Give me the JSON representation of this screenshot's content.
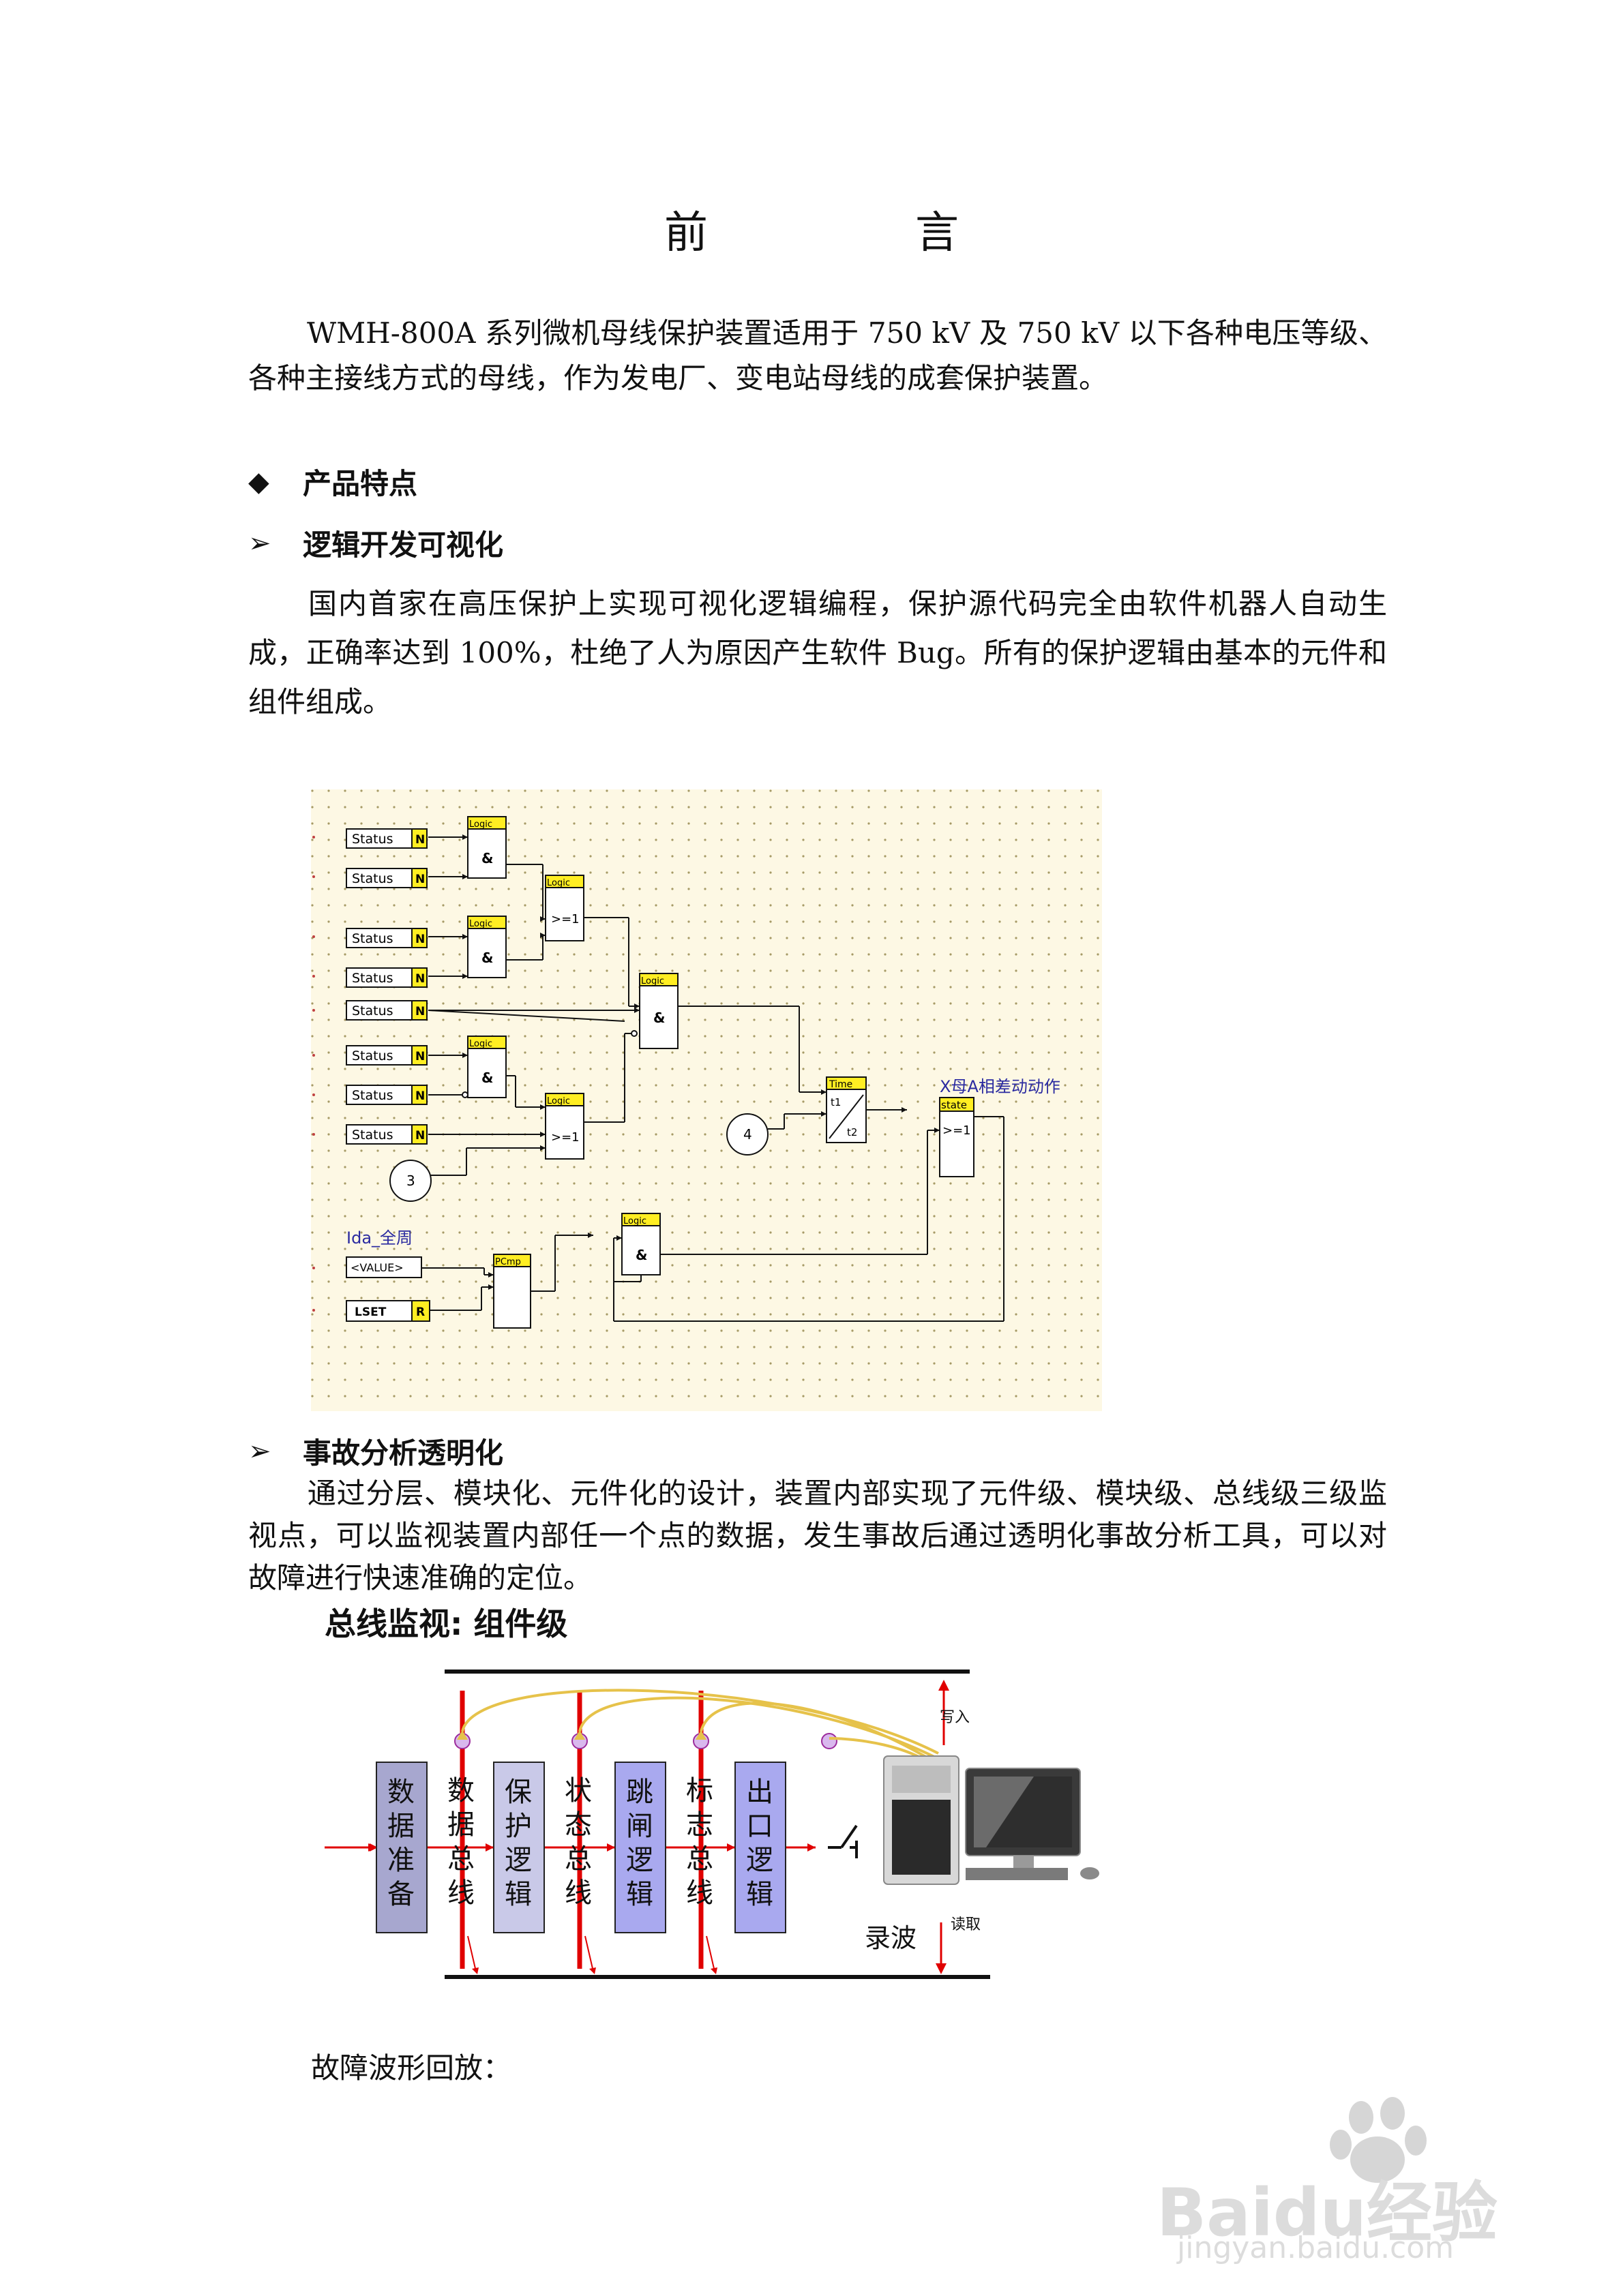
{
  "doc": {
    "title": "前　言",
    "intro": "WMH-800A 系列微机母线保护装置适用于 750 kV 及 750 kV 以下各种电压等级、各种主接线方式的母线，作为发电厂、变电站母线的成套保护装置。",
    "section_heading": "产品特点",
    "feature1_heading": "逻辑开发可视化",
    "feature1_text": "国内首家在高压保护上实现可视化逻辑编程，保护源代码完全由软件机器人自动生成，正确率达到 100%，杜绝了人为原因产生软件 Bug。所有的保护逻辑由基本的元件和组件组成。",
    "feature2_heading": "事故分析透明化",
    "feature2_text": "通过分层、模块化、元件化的设计，装置内部实现了元件级、模块级、总线级三级监视点，可以监视装置内部任一个点的数据，发生事故后通过透明化事故分析工具，可以对故障进行快速准确的定位。",
    "playback_label": "故障波形回放："
  },
  "logic_diagram": {
    "status_label": "Status",
    "status_flag": "N",
    "logic_label": "Logic",
    "and_symbol": "&",
    "or_symbol": ">=1",
    "time_label": "Time",
    "t1": "t1",
    "t2": "t2",
    "state_label": "state",
    "output_label": "X母A相差动动作",
    "input_label": "Ida_全周",
    "value_label": "<VALUE>",
    "lset_label": "LSET",
    "lset_flag": "R",
    "cmp_label": "PCmp",
    "circle_3": "3",
    "circle_4": "4"
  },
  "bus_diagram": {
    "title": "总线监视: 组件级",
    "blocks": [
      "数据准备",
      "保护逻辑",
      "跳闸逻辑",
      "出口逻辑"
    ],
    "buses": [
      "数据总线",
      "状态总线",
      "标志总线"
    ],
    "write_label": "写入",
    "read_label": "读取",
    "record_label": "录波"
  },
  "watermark": {
    "brand": "Baidu经验",
    "url": "jingyan.baidu.com"
  }
}
